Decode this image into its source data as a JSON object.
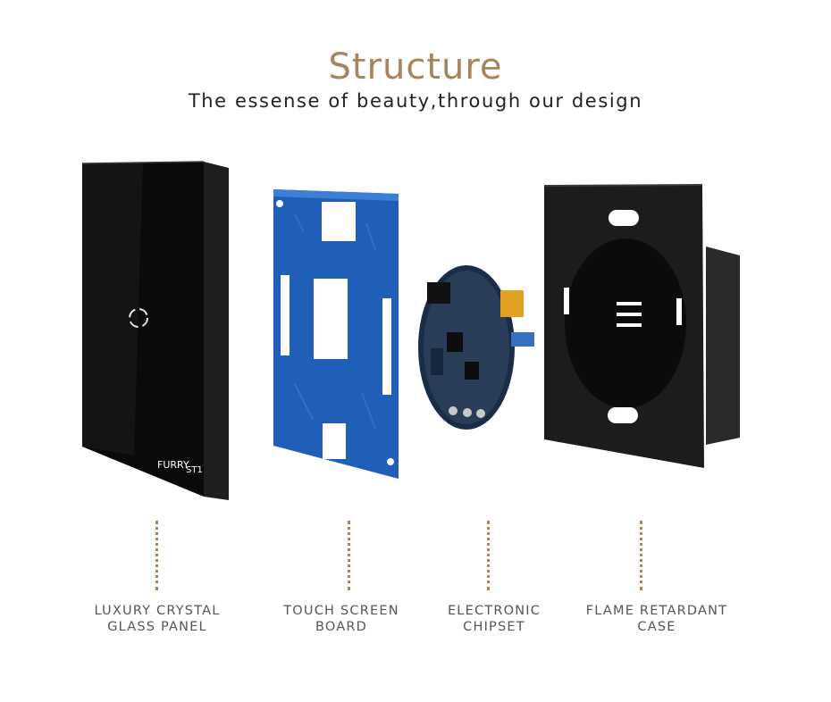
{
  "header": {
    "title": "Structure",
    "subtitle": "The essense of beauty,through our design"
  },
  "brand": {
    "logo_text": "FURRY",
    "model": "ST1"
  },
  "components": [
    {
      "line1": "LUXURY CRYSTAL",
      "line2": "GLASS PANEL",
      "image_icon": "glass-panel"
    },
    {
      "line1": "TOUCH SCREEN",
      "line2": "BOARD",
      "image_icon": "touch-board"
    },
    {
      "line1": "ELECTRONIC",
      "line2": "CHIPSET",
      "image_icon": "chipset"
    },
    {
      "line1": "FLAME RETARDANT",
      "line2": "CASE",
      "image_icon": "case"
    }
  ],
  "colors": {
    "accent": "#a8845c",
    "panel": "#0b0b0b",
    "board": "#1f5fb8",
    "case": "#1c1c1e"
  }
}
